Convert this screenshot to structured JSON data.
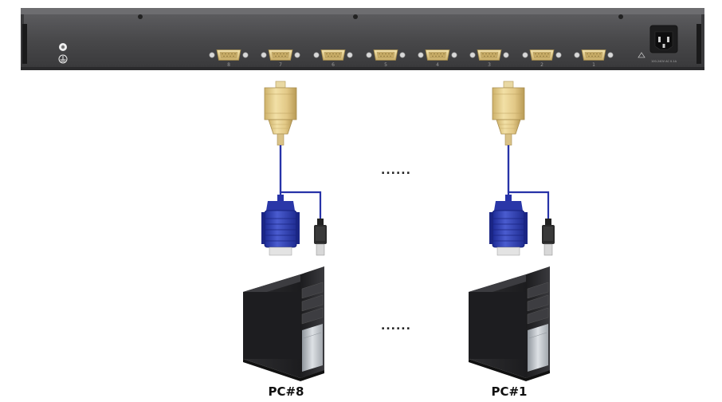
{
  "panel": {
    "ports": [
      "8",
      "7",
      "6",
      "5",
      "4",
      "3",
      "2",
      "1"
    ],
    "power_caption": "100-240V AC 0.1A"
  },
  "ellipsis": {
    "cables": "......",
    "pcs": "......"
  },
  "pcs": [
    {
      "label": "PC#8"
    },
    {
      "label": "PC#1"
    }
  ],
  "colors": {
    "panel_body": "#4a4a4c",
    "panel_top": "#6a6a6c",
    "db_shell": "#e6cf8e",
    "cable": "#2733a8",
    "vga_plug": "#2f3db0",
    "tower_body": "#2a2a2c",
    "tower_silver": "#b9bec4"
  },
  "icons": {
    "kvm_panel": "rear-panel-icon",
    "port": "db-connector-icon",
    "cable": "kvm-cable-icon",
    "pc": "desktop-tower-icon",
    "power": "power-inlet-icon",
    "ground": "ground-icon"
  }
}
